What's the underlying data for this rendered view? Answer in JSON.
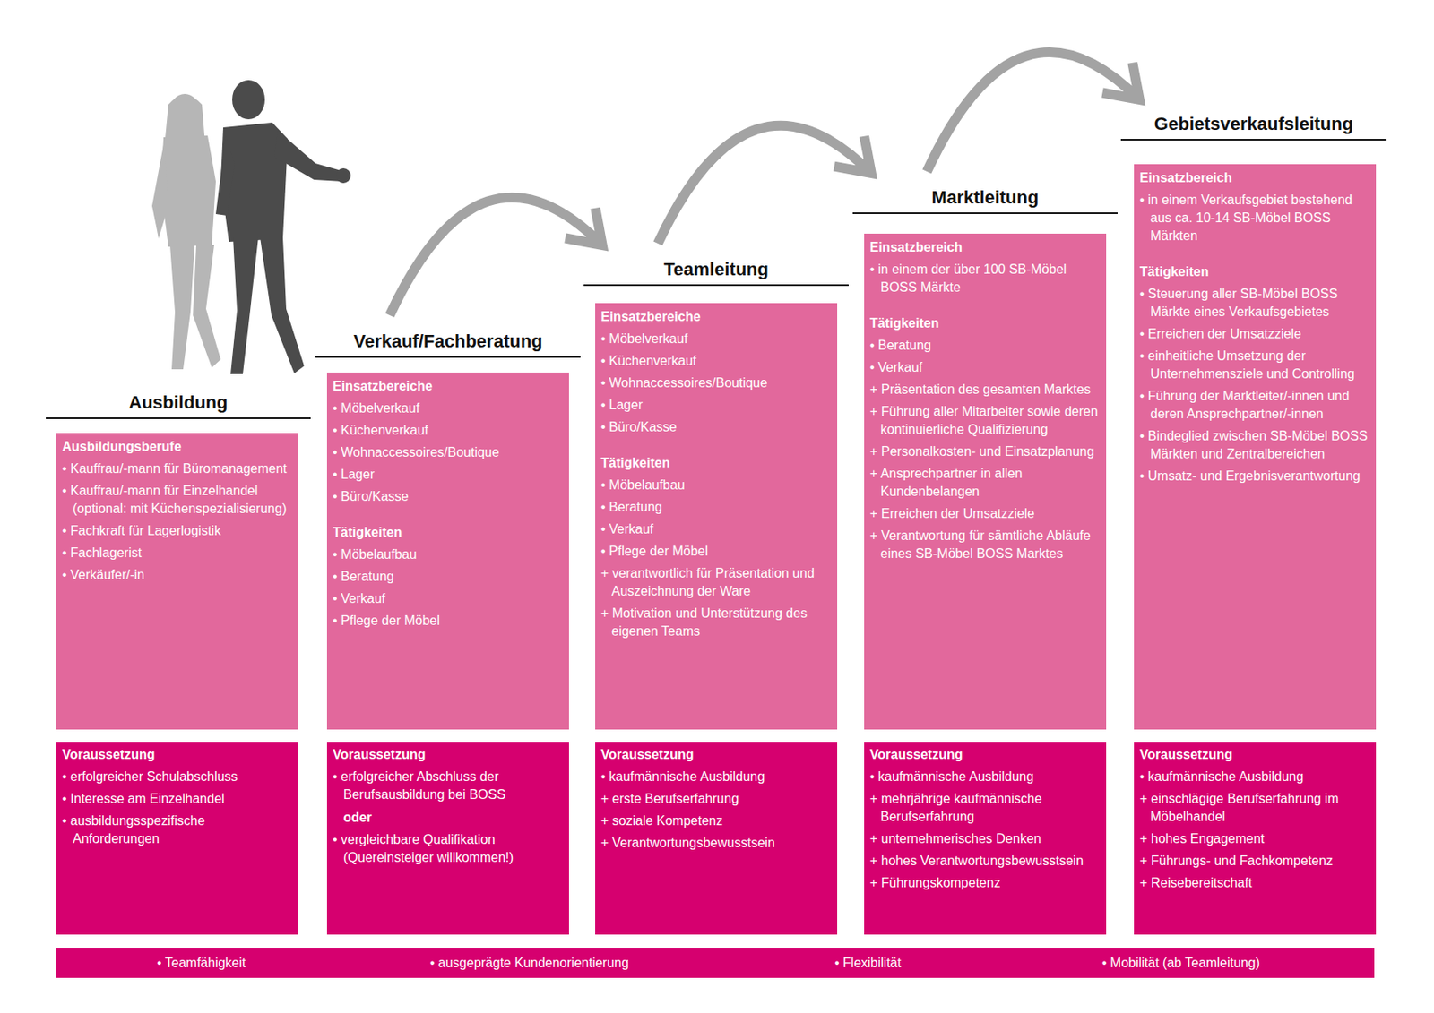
{
  "diagram": {
    "nodes": [
      {
        "text": [
          "Ausbildung",
          "Ausbildungsberufe",
          "• Kauffrau/-mann für Büromanagement",
          "• Kauffrau/-mann für Einzelhandel (optional: mit Küchenspezialisierung)",
          "• Fachkraft für Lagerlogistik",
          "• Fachlagerist",
          "• Verkäufer/-in"
        ]
      },
      {
        "text": [
          "Verkauf/Fachberatung",
          "Einsatzbereiche",
          "• Möbelverkauf",
          "• Küchenverkauf",
          "• Wohnaccessoires/Boutique",
          "• Lager",
          "• Büro/Kasse",
          "Tätigkeiten",
          "• Möbelaufbau",
          "• Beratung",
          "• Verkauf",
          "• Pflege der Möbel"
        ]
      },
      {
        "text": [
          "Teamleitung",
          "Einsatzbereiche",
          "• Möbelverkauf",
          "• Küchenverkauf",
          "• Wohnaccessoires/Boutique",
          "• Lager",
          "• Büro/Kasse",
          "Tätigkeiten",
          "• Möbelaufbau",
          "• Beratung",
          "• Verkauf",
          "• Pflege der Möbel",
          "+ verantwortlich für Präsentation und Auszeichnung der Ware",
          "+ Motivation und Unterstützung des eigenen Teams"
        ]
      },
      {
        "text": [
          "Marktleitung",
          "Einsatzbereich",
          "• in einem der über 100 SB-Möbel BOSS Märkte",
          "Tätigkeiten",
          "• Beratung",
          "• Verkauf",
          "+ Präsentation des gesamten Marktes",
          "+ Führung aller Mitarbeiter sowie deren kontinuierliche Qualifizierung",
          "+ Personalkosten- und Einsatzplanung",
          "+ Ansprechpartner in allen Kundenbelangen",
          "+ Erreichen der Umsatzziele",
          "+ Verantwortung für sämtliche Abläufe eines SB-Möbel BOSS Marktes"
        ]
      },
      {
        "text": [
          "Gebietsverkaufsleitung",
          "Einsatzbereich",
          "• in einem Verkaufsgebiet bestehend aus ca. 10-14 SB-Möbel BOSS Märkten",
          "Tätigkeiten",
          "• Steuerung aller SB-Möbel BOSS Märkte eines Verkaufsgebietes",
          "• Erreichen der Umsatzziele",
          "• einheitliche Umsetzung der Unternehmensziele und Controlling",
          "• Führung der Marktleiter/-innen und deren Ansprechpartner/-innen",
          "• Bindeglied zwischen SB-Möbel BOSS Märkten und Zentralbereichen",
          "• Umsatz- und Ergebnisverantwortung"
        ]
      },
      {
        "text": [
          "Voraussetzung",
          "• erfolgreicher Schulabschluss",
          "• Interesse am Einzelhandel",
          "• ausbildungsspezifische Anforderungen"
        ]
      },
      {
        "text": [
          "Voraussetzung",
          "• erfolgreicher Abschluss der Berufsausbildung bei BOSS",
          "oder",
          "• vergleichbare Qualifikation (Quereinsteiger willkommen!)"
        ]
      },
      {
        "text": [
          "Voraussetzung",
          "• kaufmännische Ausbildung",
          "+ erste Berufserfahrung",
          "+ soziale Kompetenz",
          "+ Verantwortungsbewusstsein"
        ]
      },
      {
        "text": [
          "Voraussetzung",
          "• kaufmännische Ausbildung",
          "+ mehrjährige kaufmännische Berufserfahrung",
          "+ unternehmerisches Denken",
          "+ hohes Verantwortungsbewusstsein",
          "+ Führungskompetenz"
        ]
      },
      {
        "text": [
          "Voraussetzung",
          "• kaufmännische Ausbildung",
          "+ einschlägige Berufserfahrung im Möbelhandel",
          "+ hohes Engagement",
          "+ Führungs- und Fachkompetenz",
          "+ Reisebereitschaft"
        ]
      },
      {
        "text": [
          "• Teamfähigkeit",
          "• ausgeprägte Kundenorientierung",
          "• Flexibilität",
          "• Mobilität (ab Teamleitung)"
        ]
      }
    ],
    "edges": [
      {
        "from": 1,
        "to": 2,
        "arrow": "to"
      },
      {
        "from": 2,
        "to": 3,
        "arrow": "to"
      },
      {
        "from": 3,
        "to": 4,
        "arrow": "to"
      }
    ]
  }
}
